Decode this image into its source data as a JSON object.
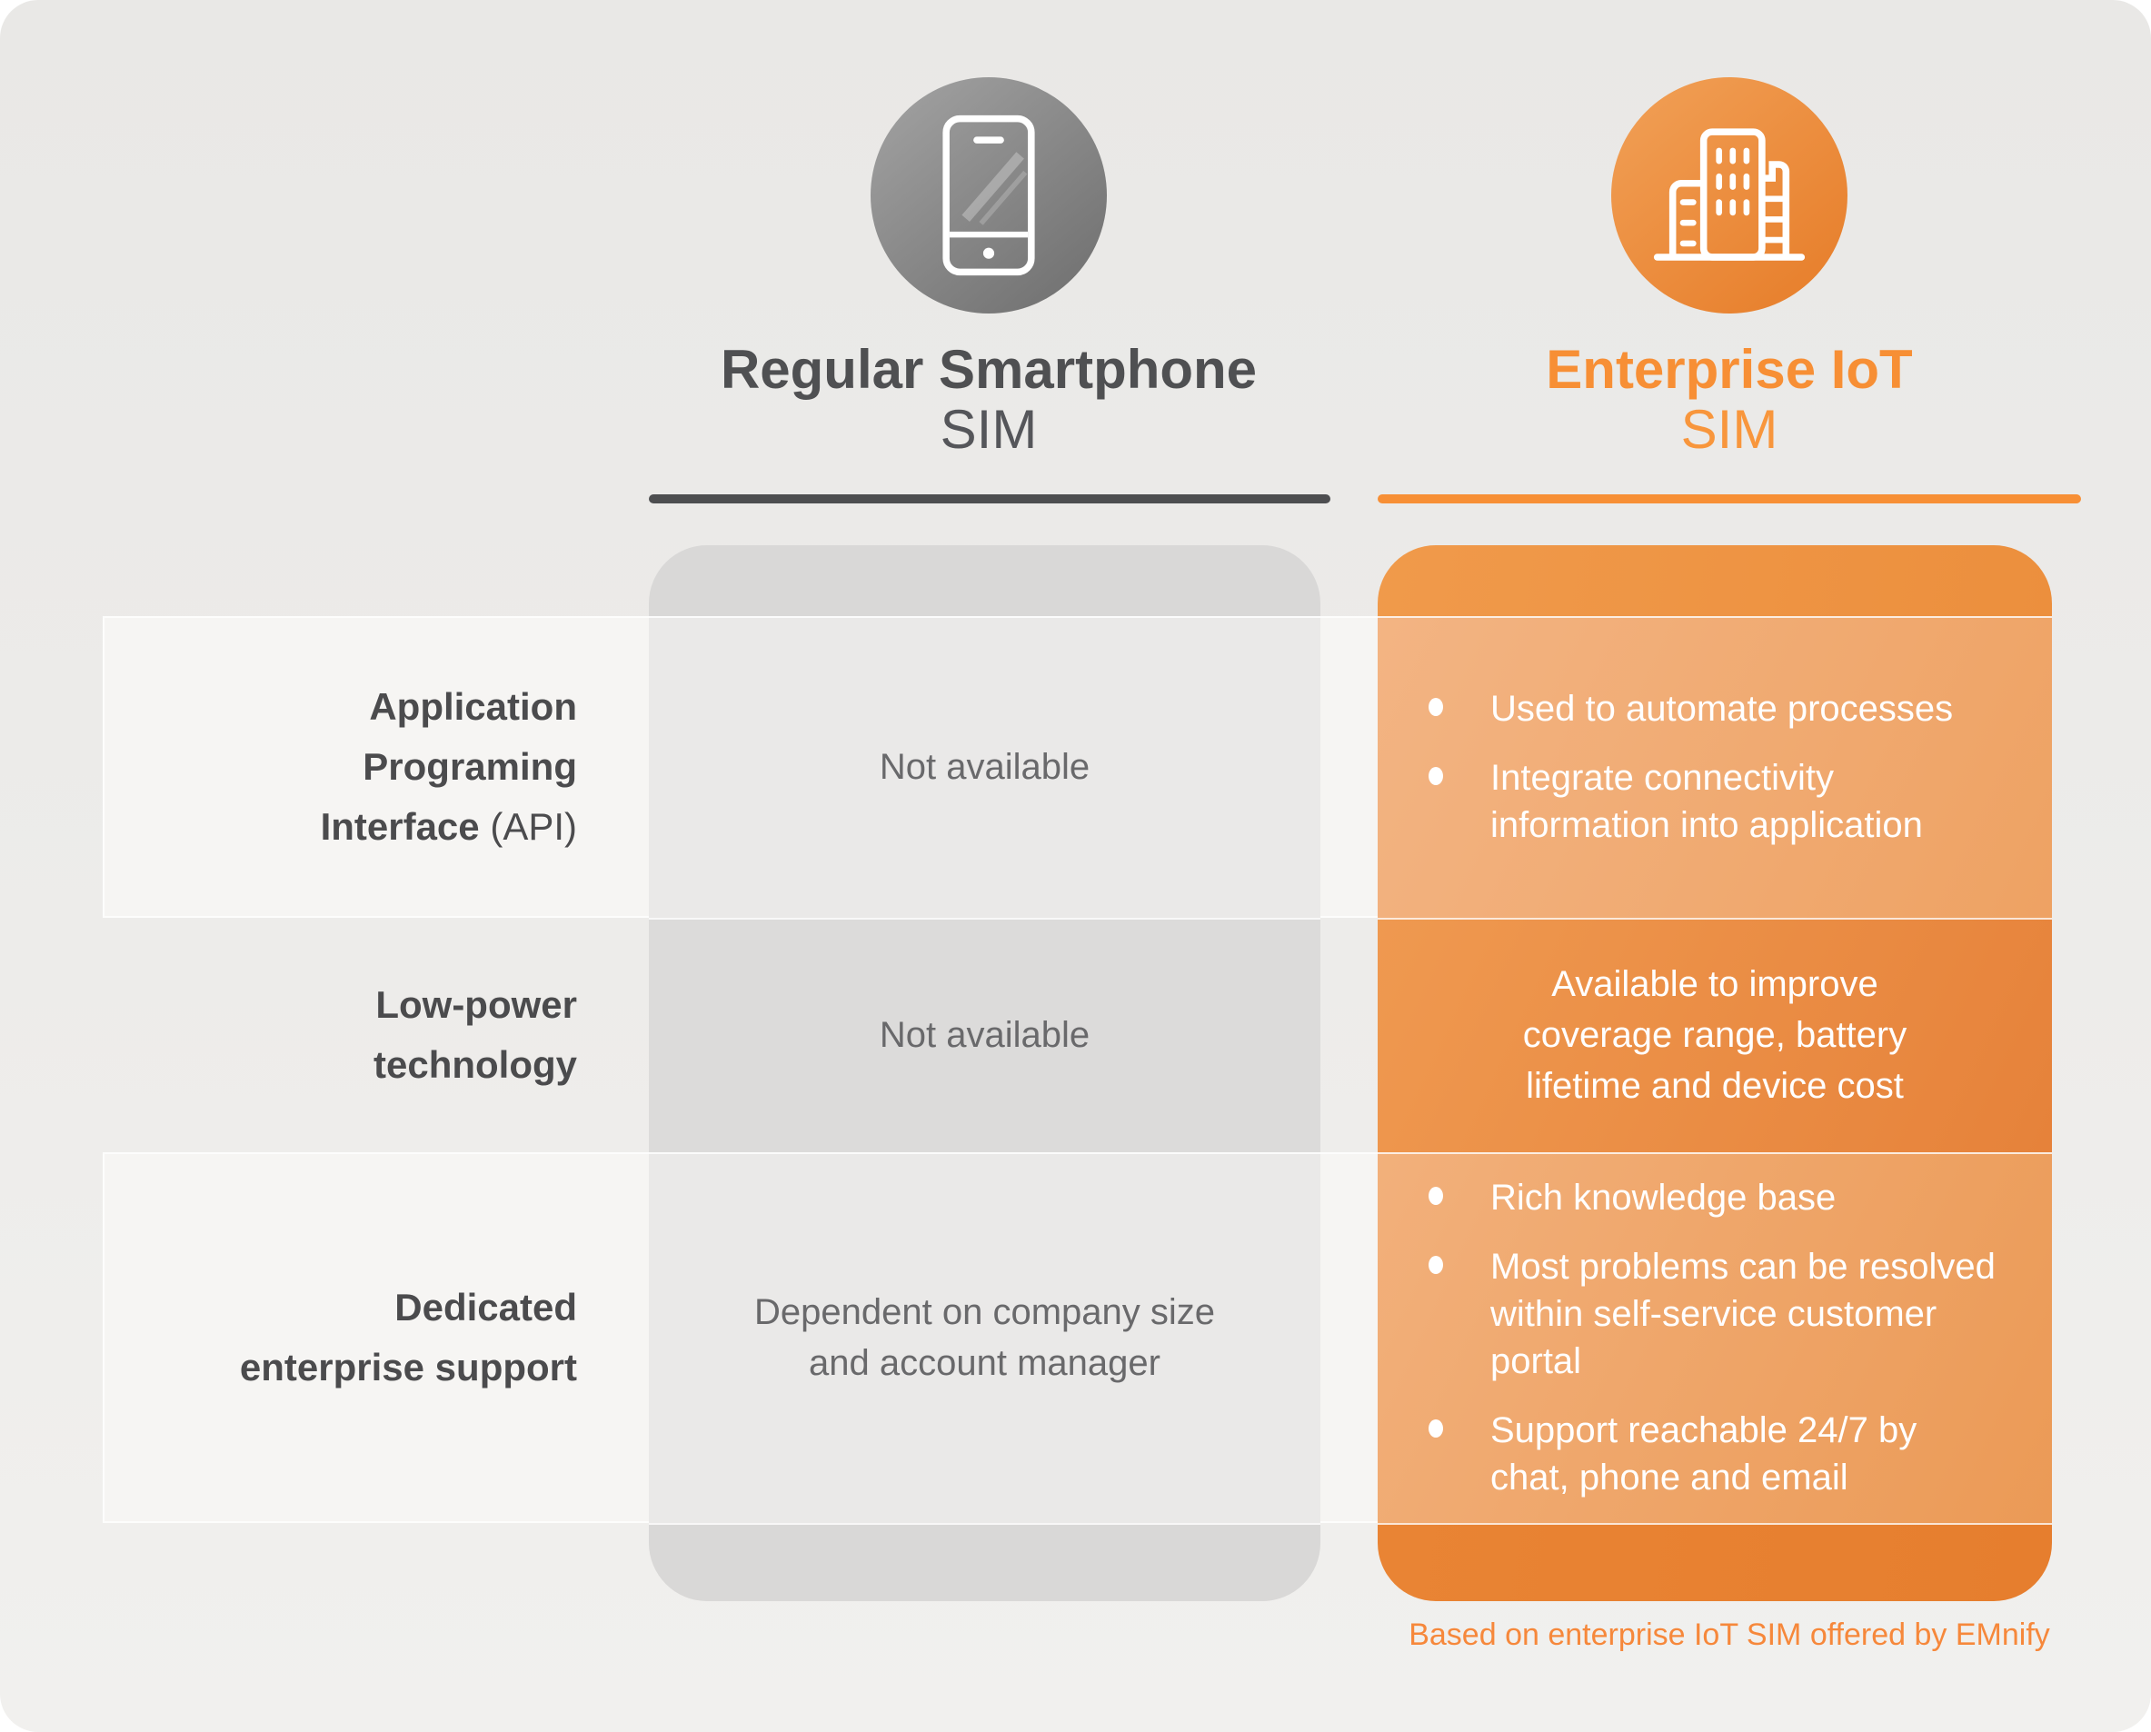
{
  "header": {
    "regular": {
      "icon": "smartphone-icon",
      "title": "Regular Smartphone",
      "subtitle": "SIM",
      "title_color": "#4f5052",
      "underline_color": "#4d4e50",
      "circle_gradient": [
        "#a4a4a4",
        "#6d6d6d"
      ]
    },
    "enterprise": {
      "icon": "building-icon",
      "title": "Enterprise IoT",
      "subtitle": "SIM",
      "title_color": "#f78f35",
      "underline_color": "#f78f35",
      "circle_gradient": [
        "#f1a158",
        "#e67c28"
      ]
    }
  },
  "table": {
    "rows": [
      {
        "label_lines": [
          "Application",
          "Programing",
          {
            "b": "Interface",
            "n": "(API)"
          }
        ],
        "regular_lines": [
          "Not available"
        ],
        "enterprise_bullets": [
          "Used to automate processes",
          "Integrate connectivity information into application"
        ]
      },
      {
        "label_lines": [
          "Low-power",
          "technology"
        ],
        "regular_lines": [
          "Not available"
        ],
        "enterprise_lines": [
          "Available to improve",
          "coverage range, battery",
          "lifetime and device cost"
        ]
      },
      {
        "label_lines": [
          "Dedicated",
          "enterprise support"
        ],
        "regular_lines": [
          "Dependent on company size",
          "and account manager"
        ],
        "enterprise_bullets": [
          "Rich knowledge base",
          "Most problems can be resolved within self-service customer portal",
          "Support reachable 24/7 by chat, phone and email"
        ]
      }
    ]
  },
  "footer": {
    "text": "Based on enterprise IoT SIM offered by EMnify",
    "color": "#f6883b"
  },
  "colors": {
    "page_background_top": "#e9e8e6",
    "page_background_bottom": "#f1f0ee",
    "row_band": "#f6f5f3",
    "gray_panel_cap": "#d9d8d7",
    "gray_panel_light": "#eae9e8",
    "gray_panel_dark": "#dcdbda",
    "orange_accent": "#f78f35",
    "orange_panel_dark": "#e6823a",
    "orange_panel_light": "#f3b483",
    "label_text": "#4b4b4d",
    "cell_text_gray": "#69696b",
    "cell_text_white": "#ffffff"
  }
}
